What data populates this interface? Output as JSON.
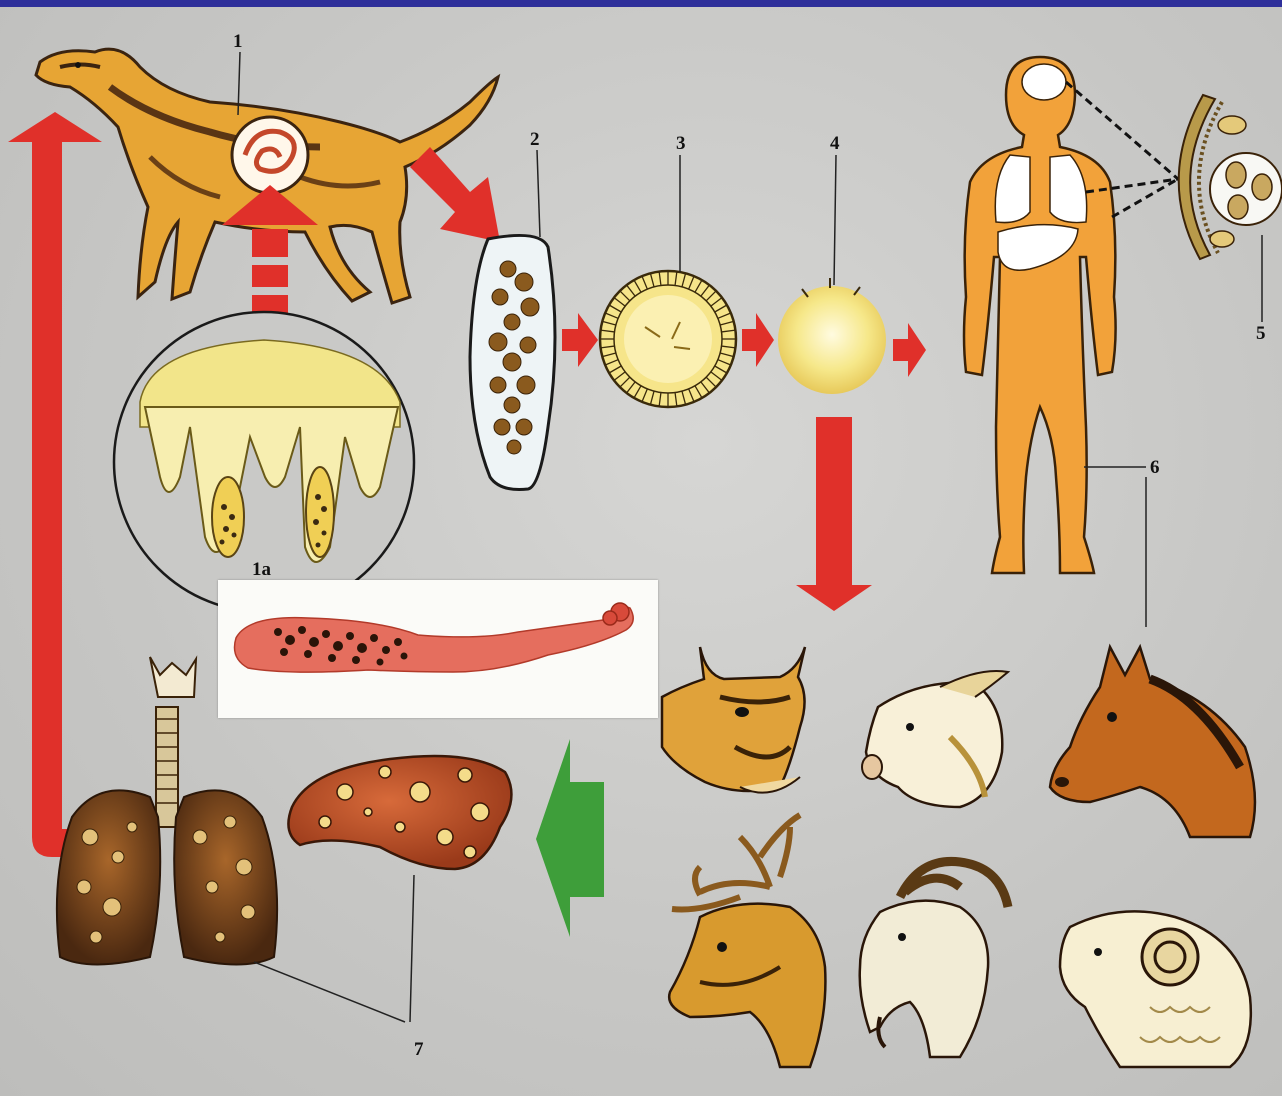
{
  "labels": {
    "l1": "1",
    "l1a": "1a",
    "l2": "2",
    "l3": "3",
    "l4": "4",
    "l5": "5",
    "l6": "6",
    "l7": "7"
  },
  "colors": {
    "header_bar": "#2e2f9a",
    "background": "#c9c9c9",
    "arrow_red": "#e0302a",
    "arrow_green": "#3e9e3a",
    "body_orange": "#f2a23a",
    "egg_yellow": "#f3e07a",
    "tissue_yellow": "#f2e58a"
  }
}
